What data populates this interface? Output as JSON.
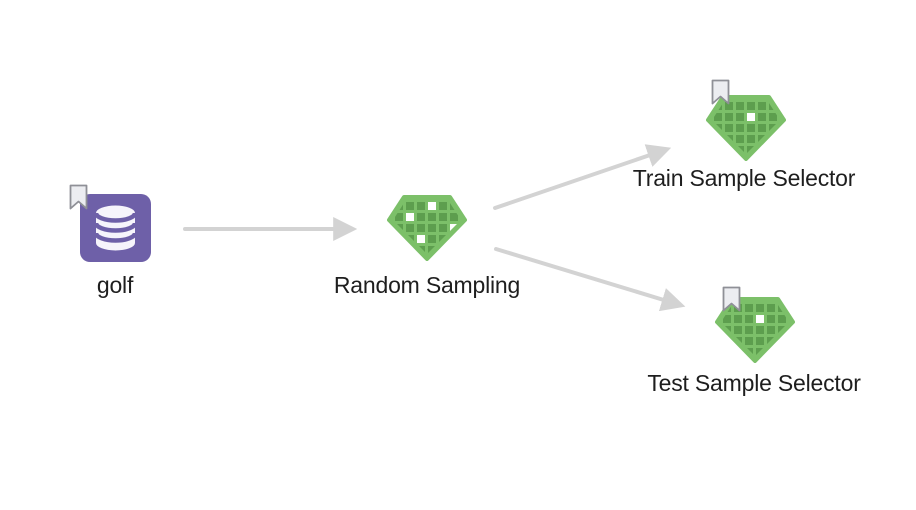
{
  "app": {
    "view": "workflow-canvas"
  },
  "workflow": {
    "nodes": [
      {
        "id": "golf",
        "label": "golf",
        "icon": "database-icon",
        "bookmarked": true
      },
      {
        "id": "random_sampling",
        "label": "Random Sampling",
        "icon": "sample-gem-icon",
        "bookmarked": false
      },
      {
        "id": "train_sample_selector",
        "label": "Train Sample Selector",
        "icon": "sample-gem-icon",
        "bookmarked": true
      },
      {
        "id": "test_sample_selector",
        "label": "Test Sample Selector",
        "icon": "sample-gem-icon",
        "bookmarked": true
      }
    ],
    "connections": [
      {
        "from": "golf",
        "to": "random_sampling"
      },
      {
        "from": "random_sampling",
        "to": "train_sample_selector"
      },
      {
        "from": "random_sampling",
        "to": "test_sample_selector"
      }
    ]
  },
  "colors": {
    "background": "#ffffff",
    "connection_arrow": "#d3d3d3",
    "node_purple": "#6e60a8",
    "database_glyph": "#f6f4fb",
    "gem_green_light": "#7cc069",
    "gem_green_dark": "#5d9e4e",
    "gem_cell_white": "#ffffff",
    "bookmark_fill": "#ecedf1",
    "bookmark_stroke": "#8f9097",
    "label_text": "#1e1e1e"
  }
}
